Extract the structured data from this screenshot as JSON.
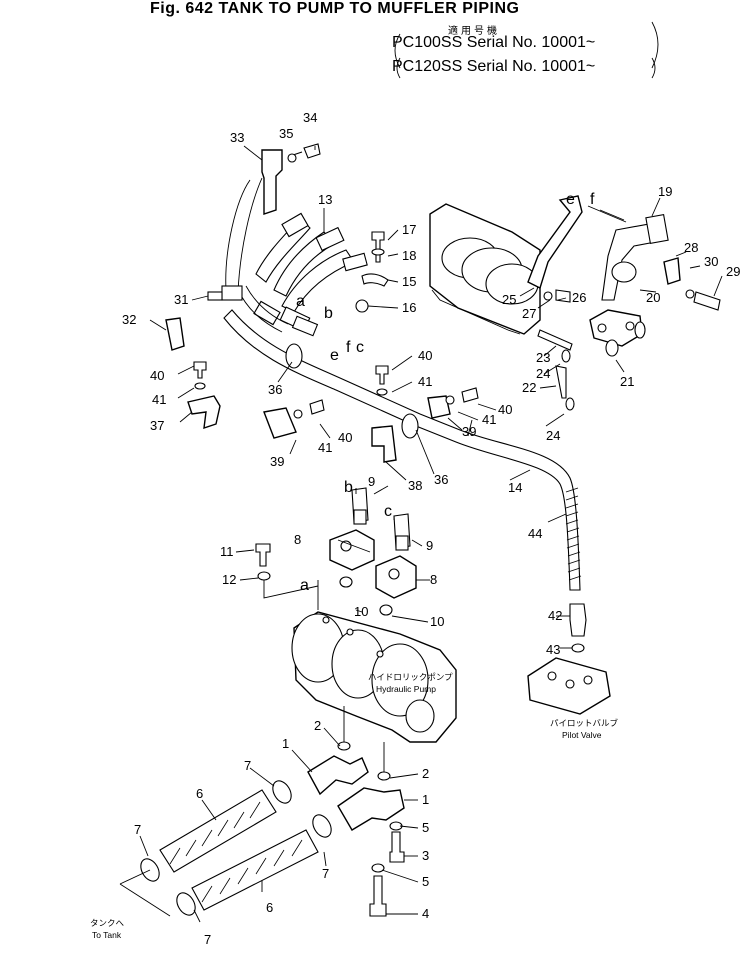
{
  "header": {
    "figure_title": "Fig. 642  TANK TO PUMP TO MUFFLER PIPING",
    "applicable_models_label": "適用号機",
    "serial_lines": [
      "PC100SS Serial No. 10001~",
      "PC120SS Serial No. 10001~"
    ]
  },
  "callouts": {
    "c1a": "1",
    "c1b": "1",
    "c2a": "2",
    "c2b": "2",
    "c3": "3",
    "c4": "4",
    "c5a": "5",
    "c5b": "5",
    "c6a": "6",
    "c6b": "6",
    "c7a": "7",
    "c7b": "7",
    "c7c": "7",
    "c7d": "7",
    "c8a": "8",
    "c8b": "8",
    "c9a": "9",
    "c9b": "9",
    "c10a": "10",
    "c10b": "10",
    "c11": "11",
    "c12": "12",
    "c13": "13",
    "c14": "14",
    "c15": "15",
    "c16": "16",
    "c17": "17",
    "c18": "18",
    "c19": "19",
    "c20": "20",
    "c21": "21",
    "c22": "22",
    "c23": "23",
    "c24a": "24",
    "c24b": "24",
    "c25": "25",
    "c26": "26",
    "c27": "27",
    "c28": "28",
    "c29": "29",
    "c30": "30",
    "c31": "31",
    "c32": "32",
    "c33": "33",
    "c34": "34",
    "c35": "35",
    "c36a": "36",
    "c36b": "36",
    "c37": "37",
    "c38": "38",
    "c39a": "39",
    "c39b": "39",
    "c40a": "40",
    "c40b": "40",
    "c40c": "40",
    "c40d": "40",
    "c41a": "41",
    "c41b": "41",
    "c41c": "41",
    "c41d": "41",
    "c42": "42",
    "c43": "43",
    "c44": "44"
  },
  "connection_tags": {
    "a_upper": "a",
    "a_lower": "a",
    "b_upper": "b",
    "b_lower": "b",
    "c_upper": "c",
    "c_lower": "c",
    "e_upper": "e",
    "e_lower": "e",
    "f_upper": "f",
    "f_lower": "f"
  },
  "notes": {
    "hydraulic_pump_jp": "ハイドロリックポンプ",
    "hydraulic_pump_en": "Hydraulic Pump",
    "pilot_valve_jp": "パイロットバルブ",
    "pilot_valve_en": "Pilot Valve",
    "to_tank_jp": "タンクへ",
    "to_tank_en": "To Tank"
  }
}
